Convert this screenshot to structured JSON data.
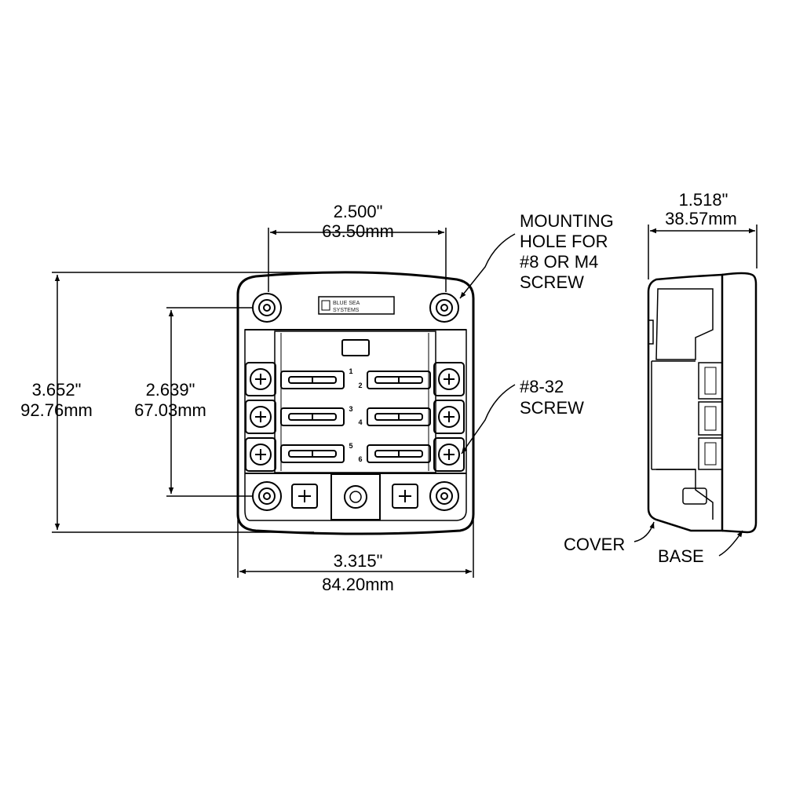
{
  "dimensions": {
    "top_width": {
      "in": "2.500\"",
      "mm": "63.50mm"
    },
    "overall_height": {
      "in": "3.652\"",
      "mm": "92.76mm"
    },
    "hole_spacing_height": {
      "in": "2.639\"",
      "mm": "67.03mm"
    },
    "overall_width": {
      "in": "3.315\"",
      "mm": "84.20mm"
    },
    "depth": {
      "in": "1.518\"",
      "mm": "38.57mm"
    }
  },
  "callouts": {
    "mounting_hole": [
      "MOUNTING",
      "HOLE FOR",
      "#8 OR M4",
      "SCREW"
    ],
    "screw": [
      "#8-32",
      "SCREW"
    ],
    "cover": "COVER",
    "base": "BASE"
  },
  "fuse_numbers": [
    "1",
    "2",
    "3",
    "4",
    "5",
    "6"
  ],
  "logo": {
    "line1": "BLUE SEA",
    "line2": "SYSTEMS"
  }
}
